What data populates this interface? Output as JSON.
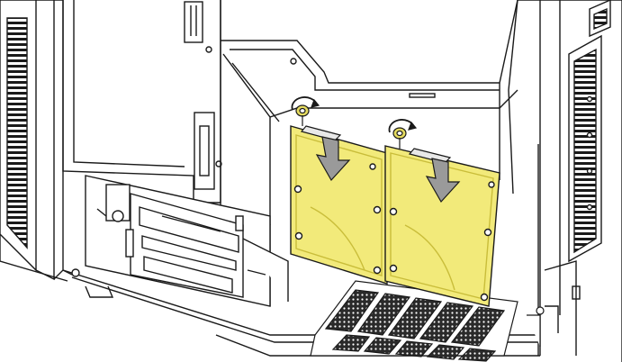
{
  "figure": {
    "subject": "pc-case-interior-line-art",
    "colors": {
      "line": "#1a1a1a",
      "background": "#ffffff",
      "highlight_drive": "#f2ea7a",
      "highlight_drive_edge": "#c9bd3a",
      "arrow_fill": "#9a9a9a",
      "mesh_dark": "#2a2a2a",
      "panel_gray": "#efefef"
    },
    "drives": [
      {
        "name": "hdd-left",
        "highlighted": true
      },
      {
        "name": "hdd-right",
        "highlighted": true
      }
    ],
    "arrows": [
      {
        "name": "insert-arrow-left",
        "direction": "down"
      },
      {
        "name": "insert-arrow-right",
        "direction": "down"
      }
    ],
    "rotation_indicators": [
      {
        "name": "thumbscrew-left",
        "direction": "clockwise"
      },
      {
        "name": "thumbscrew-right",
        "direction": "clockwise"
      }
    ]
  }
}
